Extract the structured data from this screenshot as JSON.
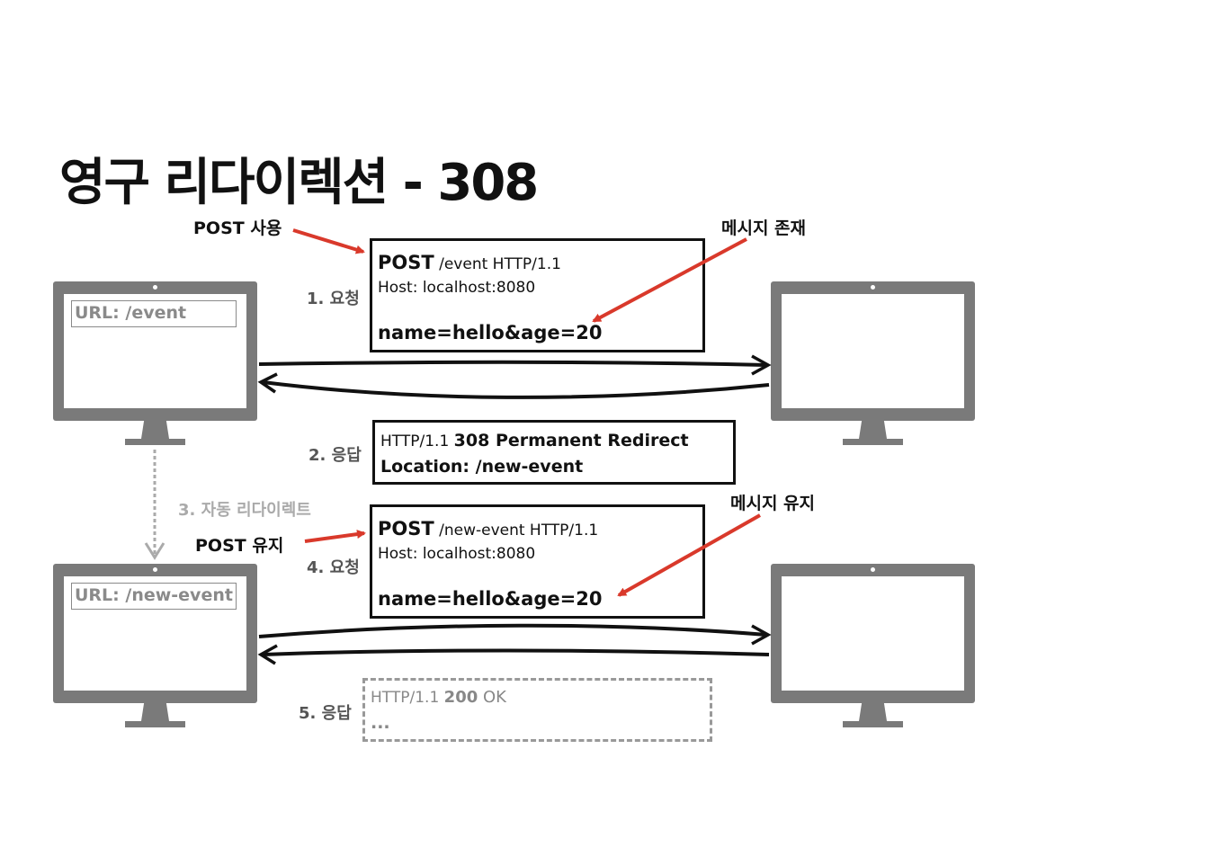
{
  "title": "영구 리다이렉션 - 308",
  "client1": {
    "url": "URL: /event"
  },
  "client2": {
    "url": "URL: /new-event"
  },
  "steps": {
    "step1": "1. 요청",
    "step2": "2. 응답",
    "step3": "3. 자동 리다이렉트",
    "step4": "4. 요청",
    "step5": "5. 응답"
  },
  "notes": {
    "post_use": "POST 사용",
    "message_exists": "메시지 존재",
    "post_keep": "POST 유지",
    "message_keep": "메시지 유지"
  },
  "request1": {
    "method": "POST",
    "line_rest": " /event HTTP/1.1",
    "host": "Host: localhost:8080",
    "body": "name=hello&age=20"
  },
  "response1": {
    "status_prefix": "HTTP/1.1 ",
    "status": "308 Permanent Redirect",
    "location": "Location: /new-event"
  },
  "request2": {
    "method": "POST",
    "line_rest": " /new-event HTTP/1.1",
    "host": "Host: localhost:8080",
    "body": "name=hello&age=20"
  },
  "response2": {
    "status_prefix": "HTTP/1.1 ",
    "status_code": "200",
    "status_text": " OK",
    "ellipsis": "..."
  },
  "colors": {
    "accent_red": "#d9392b",
    "monitor_grey": "#7a7a7a",
    "muted_text": "#555555",
    "faded_text": "#aaaaaa"
  }
}
